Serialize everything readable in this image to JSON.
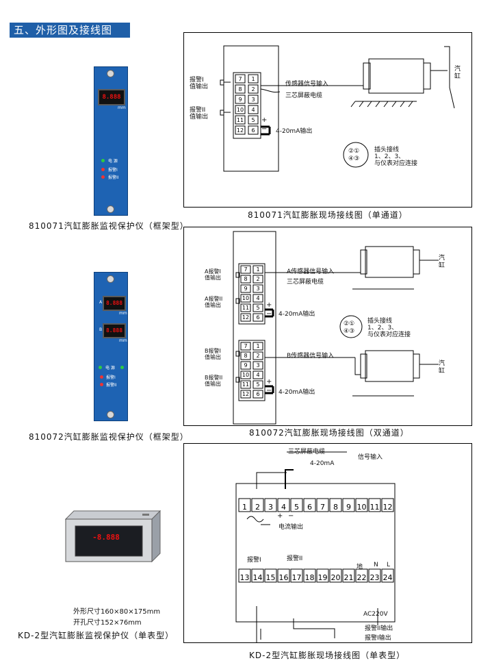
{
  "section_title": "五、外形图及接线图",
  "fig1": {
    "caption": "810071汽缸膨胀监视保护仪（框架型）",
    "display": "8.888",
    "unit": "mm",
    "leds": [
      "电 源",
      "报警I",
      "报警II"
    ]
  },
  "diag1": {
    "caption": "810071汽缸膨胀现场接线图（单通道）",
    "alarm1": [
      "报警I",
      "值输出"
    ],
    "alarm2": [
      "报警II",
      "值输出"
    ],
    "terminals_left": [
      "7",
      "8",
      "9",
      "10",
      "11",
      "12"
    ],
    "terminals_right": [
      "1",
      "2",
      "3",
      "4",
      "5",
      "6"
    ],
    "sensor_input": "传感器信号输入",
    "cable": "三芯屏蔽电缆",
    "plus": "+",
    "minus": "−",
    "current_out": "4-20mA输出",
    "cylinder": "汽缸",
    "plug_pins": [
      "②①",
      "④③"
    ],
    "plug_note": [
      "插头接线",
      "1、2、3、",
      "与仪表对应连接"
    ]
  },
  "fig2": {
    "caption": "810072汽缸膨胀监视保护仪（框架型）",
    "channel_a": "A",
    "channel_b": "B",
    "display_a": "8.888",
    "display_b": "8.888",
    "unit": "mm",
    "leds": [
      "电 源",
      "报警I",
      "报警II"
    ]
  },
  "diag2": {
    "caption": "810072汽缸膨胀现场接线图（双通道）",
    "a_alarm1": [
      "A报警I",
      "值输出"
    ],
    "a_alarm2": [
      "A报警II",
      "值输出"
    ],
    "b_alarm1": [
      "B报警I",
      "值输出"
    ],
    "b_alarm2": [
      "B报警II",
      "值输出"
    ],
    "a_sensor": "A传感器信号输入",
    "b_sensor": "B传感器信号输入",
    "cable": "三芯屏蔽电缆",
    "plus": "+",
    "minus": "−",
    "current_out": "4-20mA输出",
    "cylinder": "汽缸",
    "plug_pins": [
      "②①",
      "④③"
    ],
    "plug_note": [
      "插头接线",
      "1、2、3、",
      "与仪表对应连接"
    ]
  },
  "fig3": {
    "caption": "KD-2型汽缸膨胀监视保护仪（单表型）",
    "display": "-8.888",
    "size": "外形尺寸160×80×175mm",
    "cutout": "开孔尺寸152×76mm"
  },
  "diag3": {
    "caption": "KD-2型汽缸膨胀现场接线图（单表型）",
    "cable": "三芯屏蔽电缆",
    "signal_input": "信号输入",
    "ma": "4-20mA",
    "top_terminals": [
      "1",
      "2",
      "3",
      "4",
      "5",
      "6",
      "7",
      "8",
      "9",
      "10",
      "11",
      "12"
    ],
    "bottom_terminals": [
      "13",
      "14",
      "15",
      "16",
      "17",
      "18",
      "19",
      "20",
      "21",
      "22",
      "23",
      "24"
    ],
    "current_out": "电流输出",
    "plus": "+",
    "minus": "−",
    "alarm1": "报警I",
    "alarm2": "报警II",
    "ground": "地",
    "n": "N",
    "l": "L",
    "ac": "AC220V",
    "alarm2_out": "报警II输出",
    "alarm1_out": "报警I输出"
  }
}
